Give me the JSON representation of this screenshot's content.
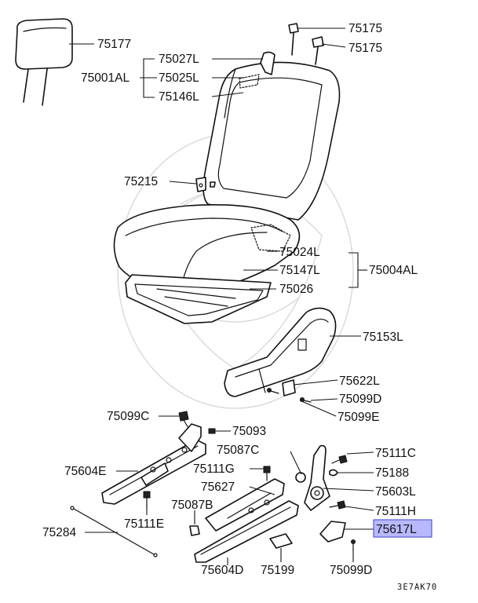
{
  "diagram": {
    "reference_code": "3E7AK70",
    "highlighted_part": "75617L",
    "highlight_color": "#b8b8ff",
    "labels": {
      "p75177": "75177",
      "p75175a": "75175",
      "p75175b": "75175",
      "p75001AL": "75001AL",
      "p75027L": "75027L",
      "p75025L": "75025L",
      "p75146L": "75146L",
      "p75215": "75215",
      "p75024L": "75024L",
      "p75147L": "75147L",
      "p75026": "75026",
      "p75004AL": "75004AL",
      "p75153L": "75153L",
      "p75622L": "75622L",
      "p75099D_a": "75099D",
      "p75099E": "75099E",
      "p75099C": "75099C",
      "p75093": "75093",
      "p75087C": "75087C",
      "p75111C": "75111C",
      "p75604E": "75604E",
      "p75111G": "75111G",
      "p75188": "75188",
      "p75627": "75627",
      "p75603L": "75603L",
      "p75087B": "75087B",
      "p75111H": "75111H",
      "p75111E": "75111E",
      "p75617L": "75617L",
      "p75284": "75284",
      "p75604D": "75604D",
      "p75199": "75199",
      "p75099D_b": "75099D"
    }
  }
}
